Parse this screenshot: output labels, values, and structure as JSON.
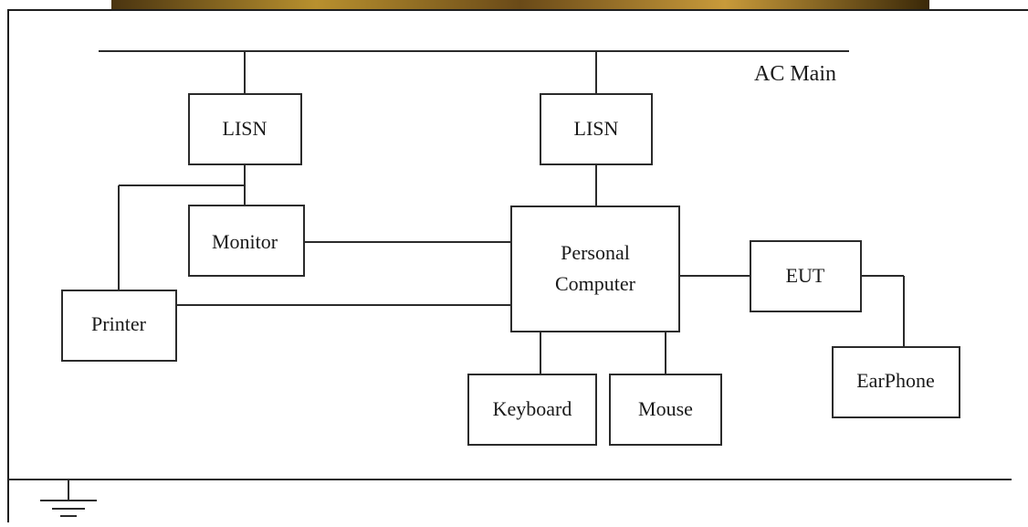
{
  "diagram": {
    "bus_label": "AC Main",
    "blocks": {
      "lisn_left": "LISN",
      "lisn_right": "LISN",
      "monitor": "Monitor",
      "printer": "Printer",
      "pc_line1": "Personal",
      "pc_line2": "Computer",
      "eut": "EUT",
      "earphone": "EarPhone",
      "keyboard": "Keyboard",
      "mouse": "Mouse"
    }
  },
  "colors": {
    "line": "#2b2b2b",
    "frame": "#1e1e1e",
    "background": "#ffffff",
    "top_banner_dark": "#3a2a10",
    "top_banner_light": "#b89034"
  }
}
